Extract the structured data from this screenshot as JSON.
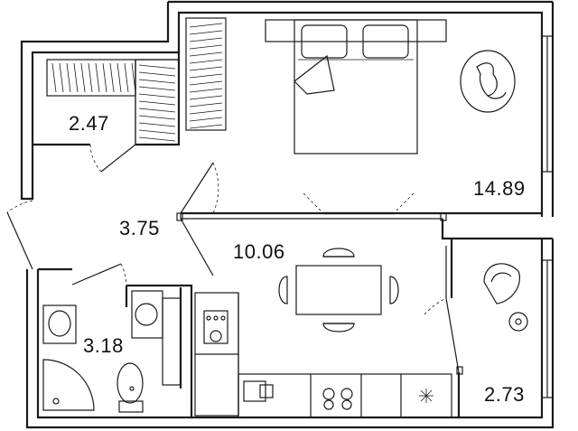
{
  "rooms": [
    {
      "area": "2.47"
    },
    {
      "area": "3.75"
    },
    {
      "area": "3.18"
    },
    {
      "area": "10.06"
    },
    {
      "area": "14.89"
    },
    {
      "area": "2.73"
    }
  ],
  "colors": {
    "wall": "#1a1a1a",
    "background": "#ffffff"
  }
}
